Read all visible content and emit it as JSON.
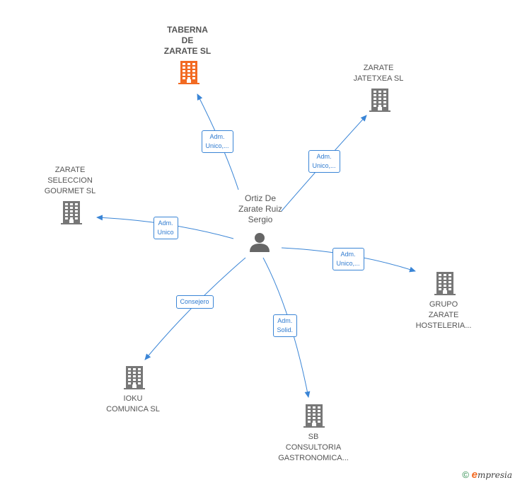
{
  "center": {
    "label": "Ortiz De\nZarate Ruiz\nSergio",
    "icon": "person-icon"
  },
  "nodes": [
    {
      "id": "taberna",
      "label": "TABERNA\nDE\nZARATE  SL",
      "icon": "building-icon",
      "color": "#f26a22",
      "focus": true
    },
    {
      "id": "jatetxea",
      "label": "ZARATE\nJATETXEA  SL",
      "icon": "building-icon",
      "color": "#777777"
    },
    {
      "id": "seleccion",
      "label": "ZARATE\nSELECCION\nGOURMET SL",
      "icon": "building-icon",
      "color": "#777777"
    },
    {
      "id": "grupo",
      "label": "GRUPO\nZARATE\nHOSTELERIA...",
      "icon": "building-icon",
      "color": "#777777"
    },
    {
      "id": "ioku",
      "label": "IOKU\nCOMUNICA  SL",
      "icon": "building-icon",
      "color": "#777777"
    },
    {
      "id": "sb",
      "label": "SB\nCONSULTORIA\nGASTRONOMICA...",
      "icon": "building-icon",
      "color": "#777777"
    }
  ],
  "edges": [
    {
      "to": "taberna",
      "label": "Adm.\nUnico,..."
    },
    {
      "to": "jatetxea",
      "label": "Adm.\nUnico,..."
    },
    {
      "to": "seleccion",
      "label": "Adm.\nUnico"
    },
    {
      "to": "grupo",
      "label": "Adm.\nUnico,..."
    },
    {
      "to": "ioku",
      "label": "Consejero"
    },
    {
      "to": "sb",
      "label": "Adm.\nSolid."
    }
  ],
  "colors": {
    "edge": "#3a85d6",
    "person": "#666666"
  },
  "footer": {
    "copyright": "©",
    "brand_e": "e",
    "brand_rest": "mpresia"
  }
}
